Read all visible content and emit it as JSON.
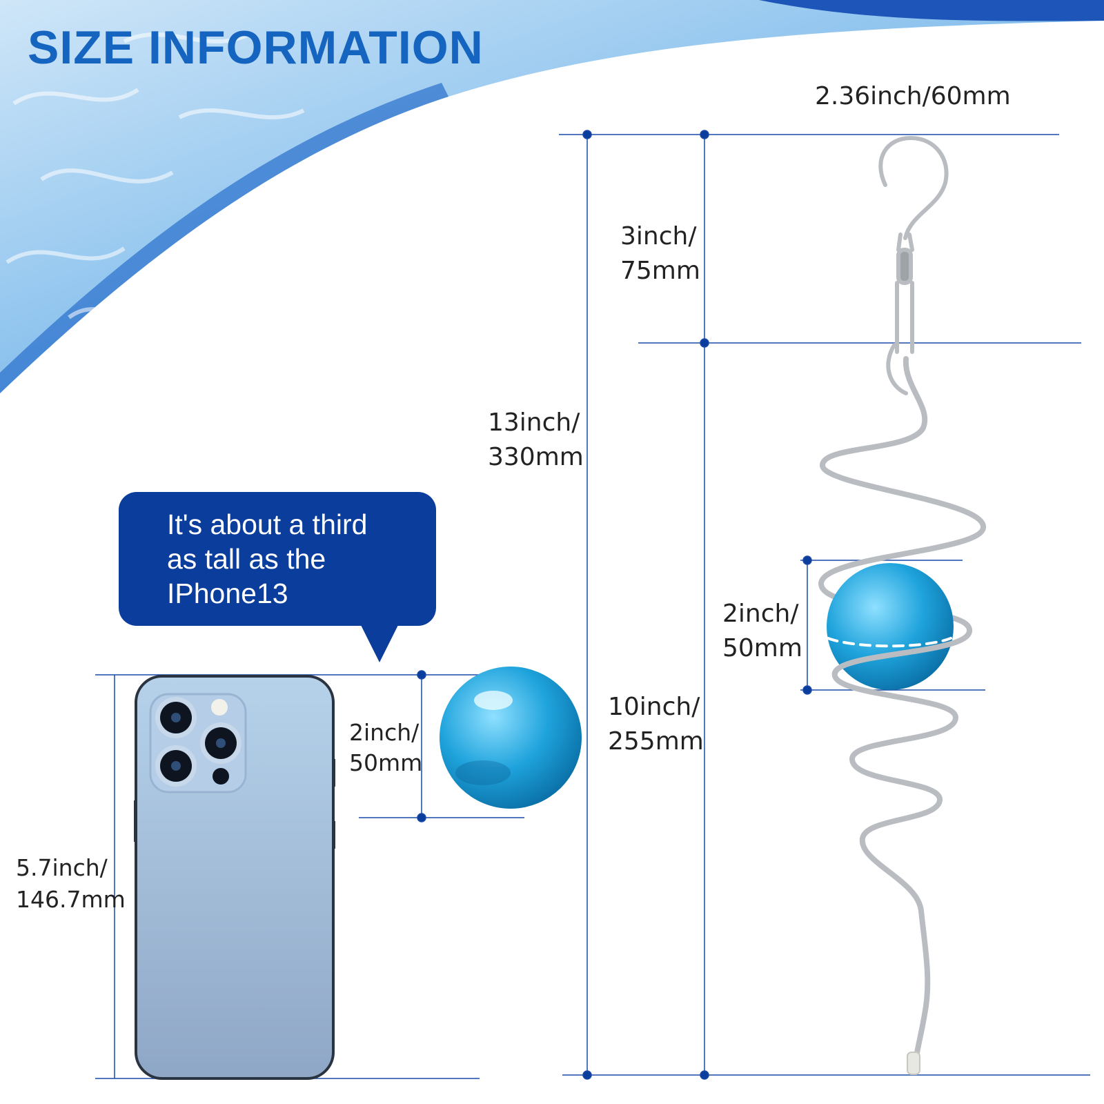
{
  "title": "SIZE INFORMATION",
  "callout": {
    "line1": "It's about a third",
    "line2": "as tall as the",
    "line3": "IPhone13"
  },
  "dimensions": {
    "spinner_width": "2.36inch/60mm",
    "hook_height": {
      "line1": "3inch/",
      "line2": "75mm"
    },
    "total_height": {
      "line1": "13inch/",
      "line2": "330mm"
    },
    "spiral_height": {
      "line1": "10inch/",
      "line2": "255mm"
    },
    "ball_in_spiral": {
      "line1": "2inch/",
      "line2": "50mm"
    },
    "ball_beside_phone": {
      "line1": "2inch/",
      "line2": "50mm"
    },
    "phone_height": {
      "line1": "5.7inch/",
      "line2": "146.7mm"
    }
  },
  "colors": {
    "title": "#1565c0",
    "callout_bg": "#0a3d9c",
    "dimension_line": "#1a4aa8",
    "glass_ball": "#1e9fd8",
    "phone_body": "#a3c0dc",
    "metal": "#b9bdc2"
  },
  "icons": [
    "water-ripple-background",
    "phone-illustration",
    "glass-ball-illustration",
    "hook-illustration",
    "spiral-illustration"
  ]
}
